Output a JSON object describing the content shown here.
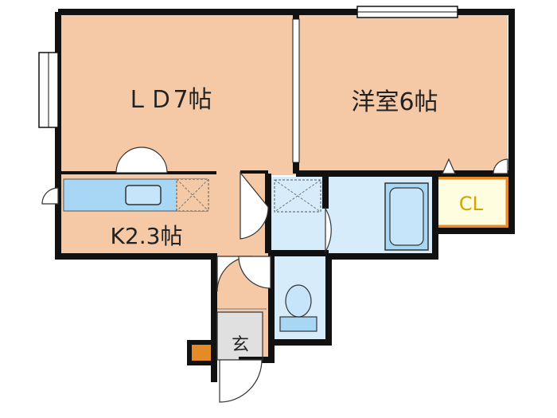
{
  "rooms": {
    "ld": "ＬＤ7帖",
    "western": "洋室6帖",
    "kitchen": "K2.3帖",
    "closet": "CL",
    "entrance": "玄"
  },
  "colors": {
    "floor": "#f5c9a5",
    "wet": "#d6ecfb",
    "fixture": "#a8d6f5",
    "closet": "#fffde0",
    "closet_border": "#e48a26",
    "entrance": "#e0e0e0",
    "wall": "#111111"
  }
}
